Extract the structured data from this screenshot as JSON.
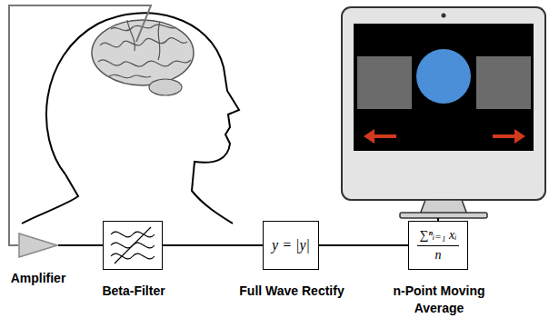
{
  "diagram": {
    "nodes": [
      {
        "text": [
          "Amplifier"
        ]
      },
      {
        "text": [
          "Beta-Filter"
        ]
      },
      {
        "text": [
          "y = |y|",
          "Full Wave Rectify"
        ]
      },
      {
        "text": [
          "∑ⁿᵢ₌₁ xᵢ",
          "n",
          "n-Point Moving Average"
        ]
      }
    ],
    "edges": [
      {
        "from": 0,
        "to": 1,
        "arrow": "none"
      },
      {
        "from": 1,
        "to": 2,
        "arrow": "none"
      },
      {
        "from": 2,
        "to": 3,
        "arrow": "none"
      }
    ]
  }
}
